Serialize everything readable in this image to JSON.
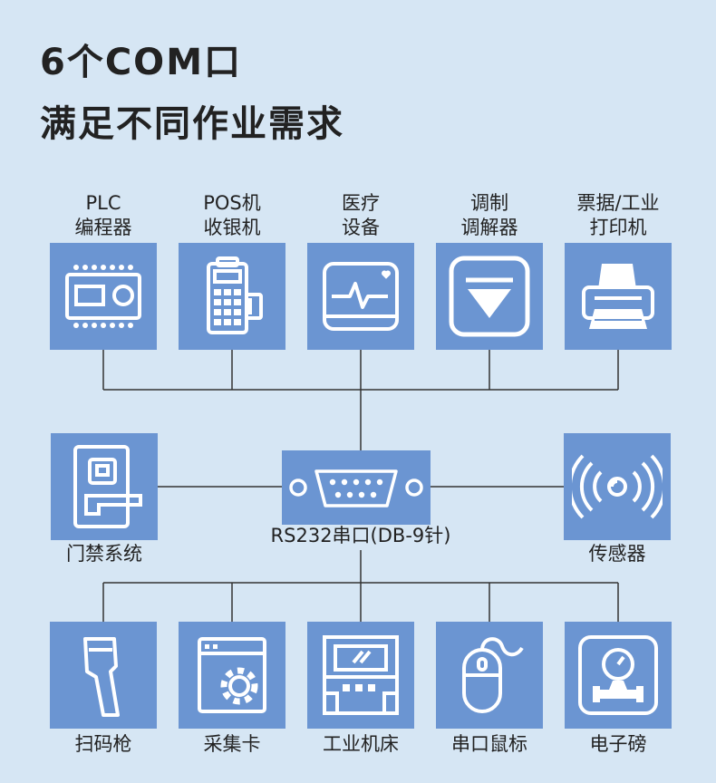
{
  "header": {
    "title_line1": "6个COM口",
    "title_line2": "满足不同作业需求"
  },
  "top_devices": [
    {
      "line1": "PLC",
      "line2": "编程器",
      "icon": "plc-icon"
    },
    {
      "line1": "POS机",
      "line2": "收银机",
      "icon": "pos-terminal-icon"
    },
    {
      "line1": "医疗",
      "line2": "设备",
      "icon": "medical-monitor-icon"
    },
    {
      "line1": "调制",
      "line2": "调解器",
      "icon": "modem-icon"
    },
    {
      "line1": "票据/工业",
      "line2": "打印机",
      "icon": "printer-icon"
    }
  ],
  "middle": {
    "left": {
      "label": "门禁系统",
      "icon": "door-lock-icon"
    },
    "center": {
      "label": "RS232串口(DB-9针)",
      "icon": "db9-connector-icon"
    },
    "right": {
      "label": "传感器",
      "icon": "sensor-icon"
    }
  },
  "bottom_devices": [
    {
      "label": "扫码枪",
      "icon": "barcode-scanner-icon"
    },
    {
      "label": "采集卡",
      "icon": "capture-card-icon"
    },
    {
      "label": "工业机床",
      "icon": "machine-tool-icon"
    },
    {
      "label": "串口鼠标",
      "icon": "mouse-icon"
    },
    {
      "label": "电子磅",
      "icon": "scale-icon"
    }
  ],
  "colors": {
    "background": "#d6e6f4",
    "icon_box": "#6b95d2",
    "line": "#333333"
  }
}
